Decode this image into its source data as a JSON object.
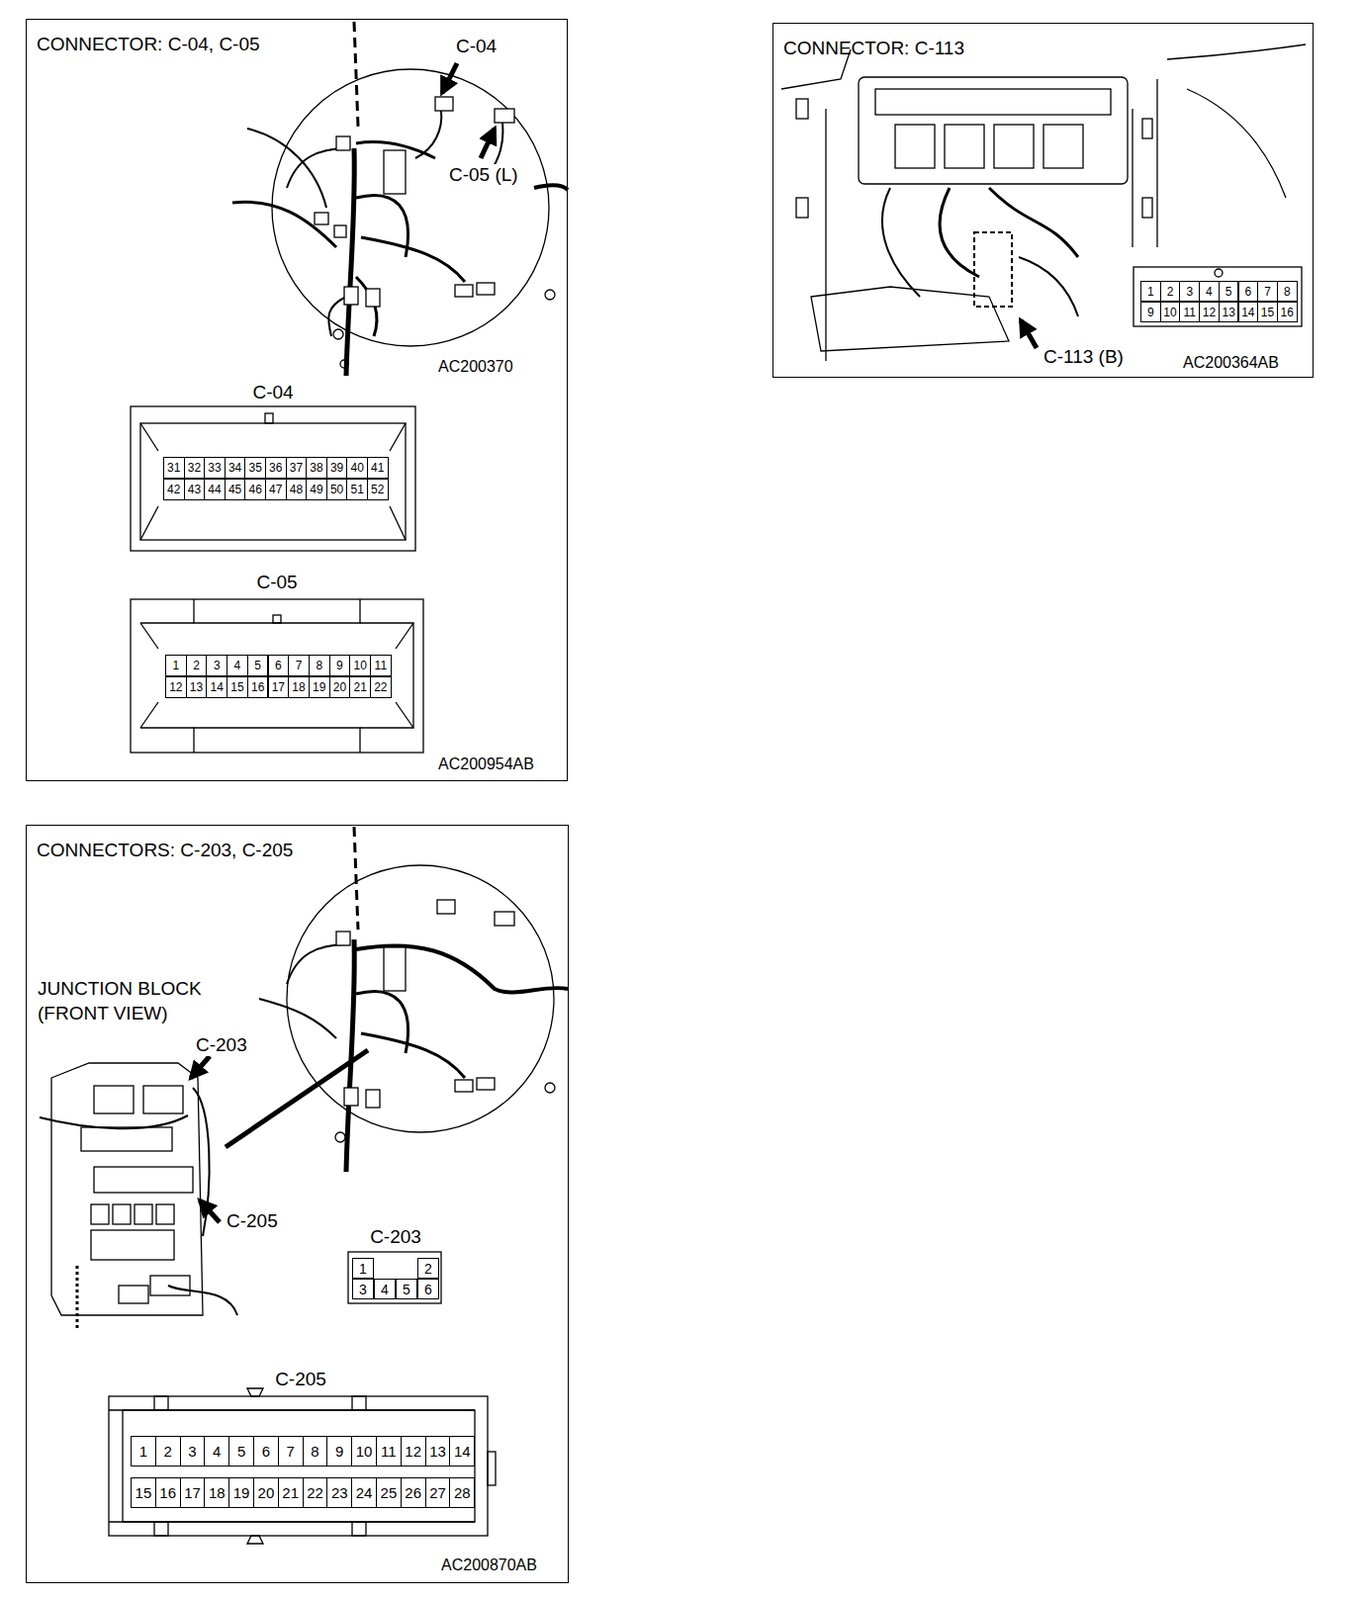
{
  "diagram": {
    "nodes": [
      {
        "text": [
          "CONNECTOR: C-04, C-05"
        ]
      },
      {
        "text": [
          "CONNECTOR: C-113"
        ]
      },
      {
        "text": [
          "CONNECTORS: C-203, C-205"
        ]
      }
    ],
    "labels": [
      "C-04",
      "C-05 (L)",
      "AC200370",
      "C-04",
      "31",
      "32",
      "33",
      "34",
      "35",
      "36",
      "37",
      "38",
      "39",
      "40",
      "41",
      "42",
      "43",
      "44",
      "45",
      "46",
      "47",
      "48",
      "49",
      "50",
      "51",
      "52",
      "C-05",
      "1",
      "2",
      "3",
      "4",
      "5",
      "6",
      "7",
      "8",
      "9",
      "10",
      "11",
      "12",
      "13",
      "14",
      "15",
      "16",
      "17",
      "18",
      "19",
      "20",
      "21",
      "22",
      "AC200954AB",
      "C-113 (B)",
      "AC200364AB",
      "1",
      "2",
      "3",
      "4",
      "5",
      "6",
      "7",
      "8",
      "9",
      "10",
      "11",
      "12",
      "13",
      "14",
      "15",
      "16",
      "JUNCTION BLOCK (FRONT VIEW)",
      "C-203",
      "C-205",
      "C-203",
      "1",
      "2",
      "3",
      "4",
      "5",
      "6",
      "C-205",
      "1",
      "2",
      "3",
      "4",
      "5",
      "6",
      "7",
      "8",
      "9",
      "10",
      "11",
      "12",
      "13",
      "14",
      "15",
      "16",
      "17",
      "18",
      "19",
      "20",
      "21",
      "22",
      "23",
      "24",
      "25",
      "26",
      "27",
      "28",
      "AC200870AB"
    ]
  }
}
